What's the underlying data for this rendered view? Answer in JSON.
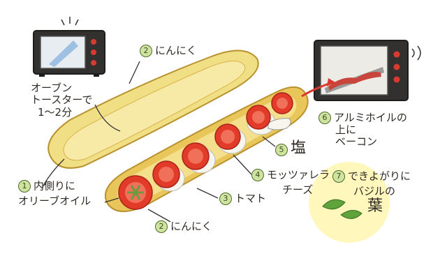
{
  "steps": {
    "oven_time": {
      "line1": "オーブン",
      "line2": "トースターで",
      "line3": "1～2分"
    },
    "garlic_top": {
      "num": "2",
      "text": "にんにく"
    },
    "inside_oil": {
      "num": "1",
      "line1": "内側りに",
      "line2": "オリーブオイル"
    },
    "tomato": {
      "num": "3",
      "text": "トマト"
    },
    "garlic_bottom": {
      "num": "2",
      "text": "にんにく"
    },
    "mozzarella": {
      "num": "4",
      "line1": "モッツァレラ",
      "line2": "チーズ"
    },
    "salt": {
      "num": "5",
      "text": "塩"
    },
    "bacon": {
      "num": "6",
      "line1": "アルミホイルの",
      "line2": "上に",
      "line3": "ベーコン"
    },
    "basil": {
      "num": "7",
      "line1": "できよがりに",
      "line2": "バジルの",
      "line3": "葉"
    }
  },
  "colors": {
    "bread": "#f1df86",
    "crust": "#d9b24a",
    "tomato": "#e23b2a",
    "cheese": "#f6f5ee",
    "oven_body": "#2d2b2a",
    "oven_window": "#dfe6ee",
    "basil": "#5fa33b",
    "glow": "#fff3a0"
  }
}
